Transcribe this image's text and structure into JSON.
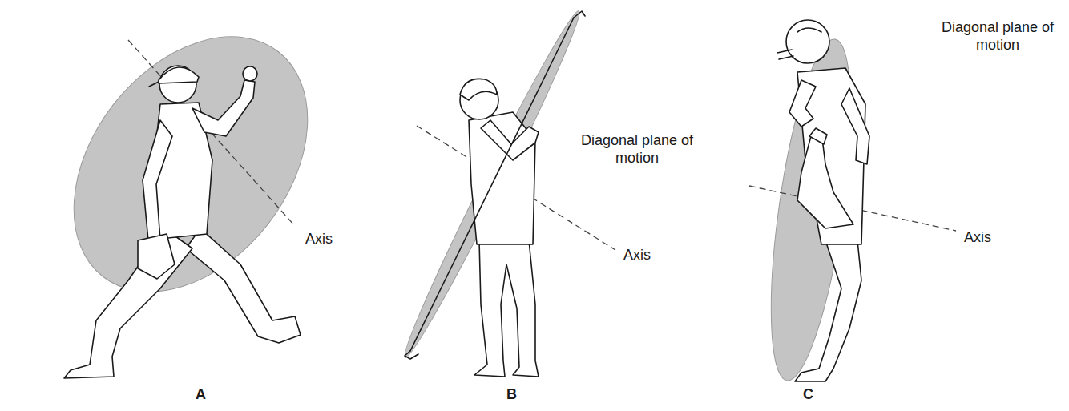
{
  "diagram": {
    "labels": [
      "Axis",
      "A",
      "Diagonal plane of motion",
      "Axis",
      "B",
      "Diagonal plane of motion",
      "Axis",
      "C"
    ]
  }
}
